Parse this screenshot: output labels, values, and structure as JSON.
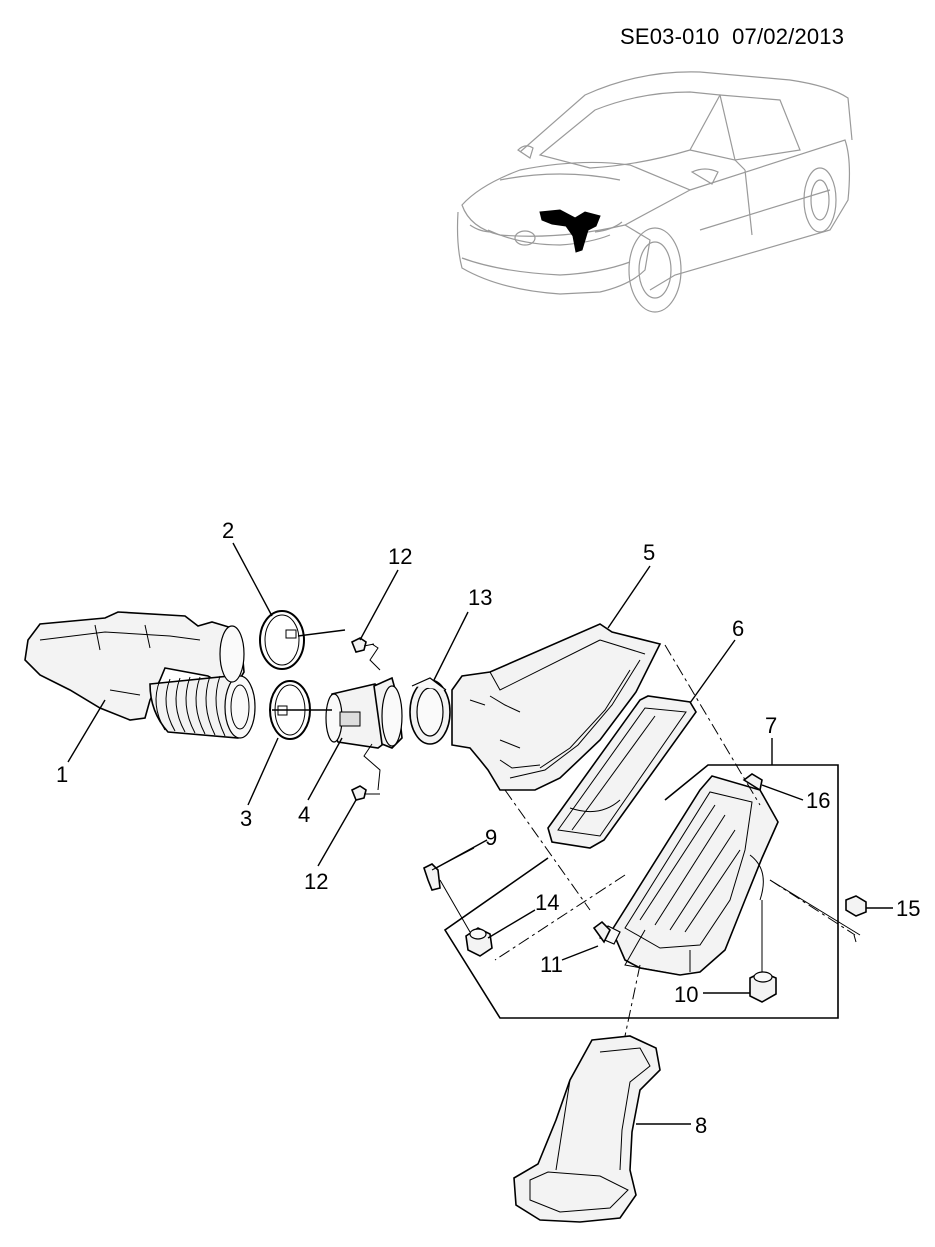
{
  "header": {
    "code": "SE03-010  07/02/2013"
  },
  "callouts": {
    "c1": "1",
    "c2": "2",
    "c3": "3",
    "c4": "4",
    "c5": "5",
    "c6": "6",
    "c7": "7",
    "c8": "8",
    "c9": "9",
    "c10": "10",
    "c11": "11",
    "c12a": "12",
    "c12b": "12",
    "c13": "13",
    "c14": "14",
    "c15": "15",
    "c16": "16"
  }
}
